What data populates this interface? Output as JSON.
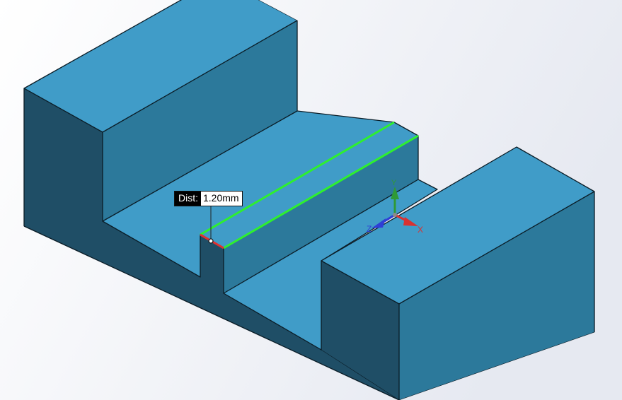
{
  "colors": {
    "background_top": "#ffffff",
    "background_bottom": "#e6e9f1",
    "face_top": "#409cc8",
    "face_front": "#2c799b",
    "face_side": "#1f4e66",
    "edge": "#0b1d27",
    "selected_edge": "#2ef02e",
    "selected_short_edge": "#e23030",
    "axis_x": "#d83232",
    "axis_y": "#2f9a36",
    "axis_z": "#2f3fd6"
  },
  "measurement": {
    "label": "Dist:",
    "value": "1.20mm"
  },
  "triad": {
    "x_label": "X",
    "y_label": "Y",
    "z_label": "Z",
    "arrow_icon": "arrow-icon"
  }
}
